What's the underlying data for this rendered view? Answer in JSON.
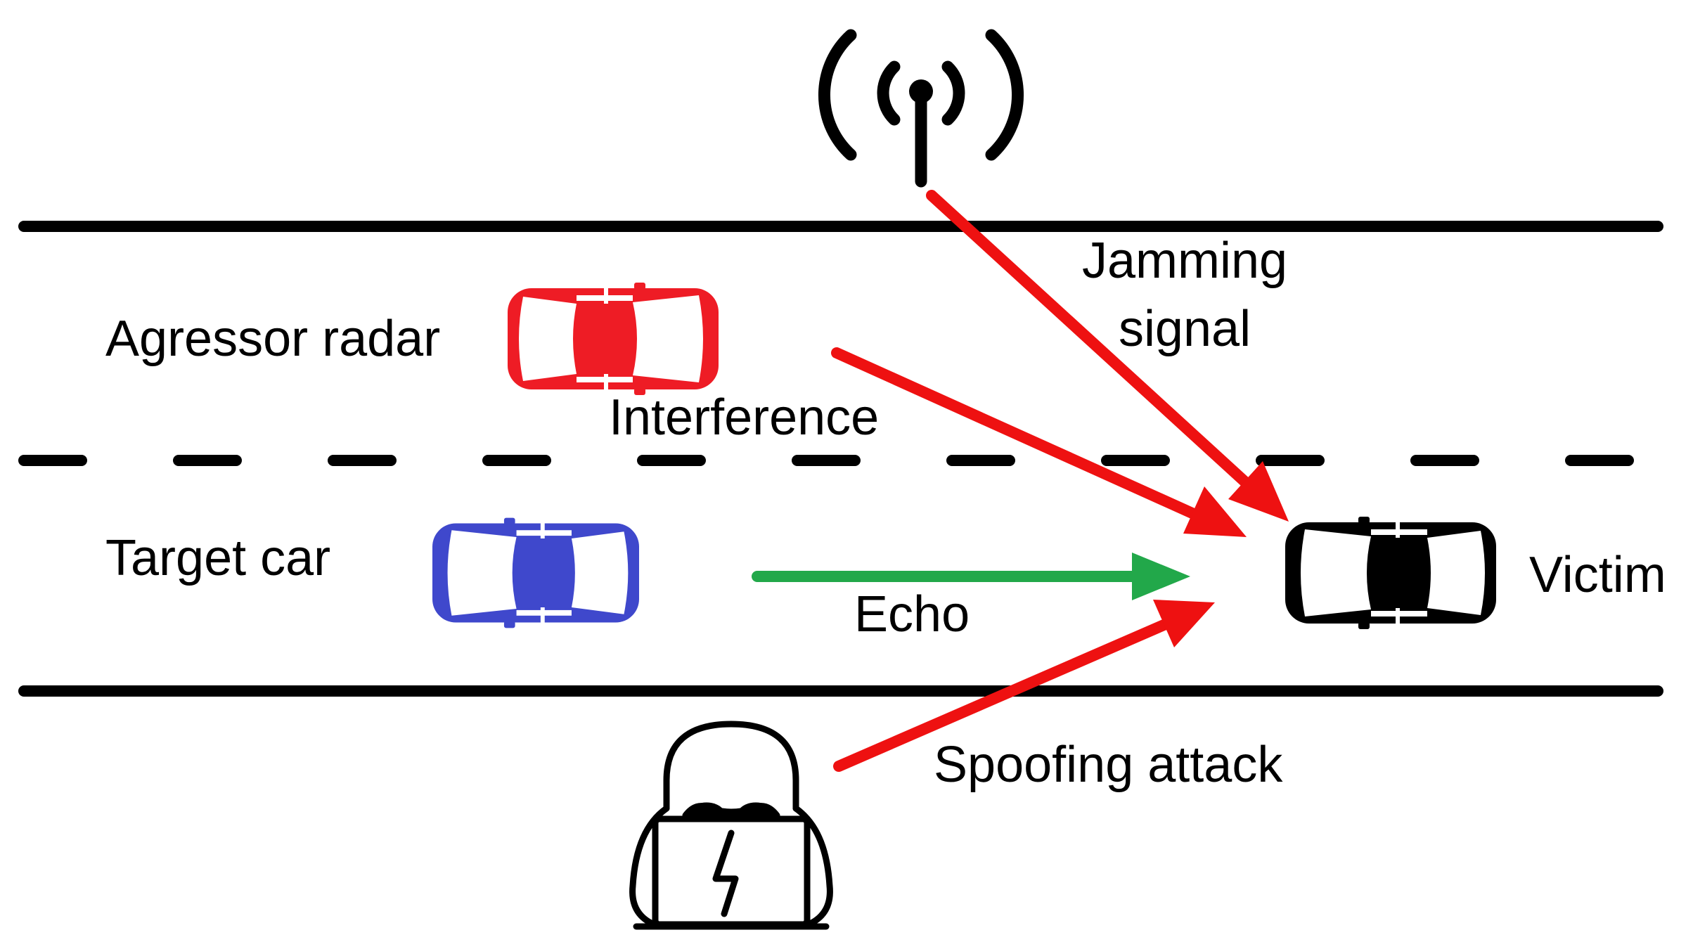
{
  "labels": {
    "aggressor": "Agressor radar",
    "target": "Target car",
    "victim": "Victim",
    "jamming_line1": "Jamming",
    "jamming_line2": "signal",
    "interference": "Interference",
    "echo": "Echo",
    "spoofing": "Spoofing attack"
  },
  "colors": {
    "attack": "#ee1111",
    "echo": "#22a84a",
    "aggressor_car": "#ee1c25",
    "target_car": "#3f48cc",
    "victim_car": "#000000",
    "road": "#000000"
  },
  "icons": {
    "tower": "radio-tower-icon",
    "hacker": "hacker-laptop-icon",
    "aggressor_car": "car-icon",
    "target_car": "car-icon",
    "victim_car": "car-icon"
  }
}
